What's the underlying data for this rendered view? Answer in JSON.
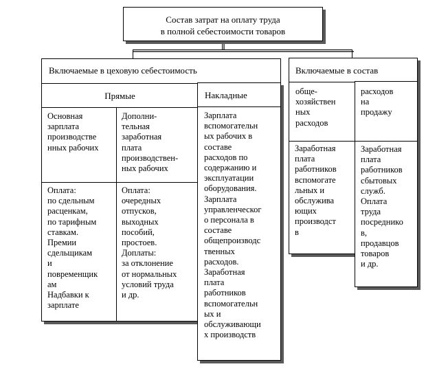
{
  "title": {
    "line1": "Состав затрат на оплату труда",
    "line2": "в полной себестоимости товаров"
  },
  "left_group": {
    "title": "Включаемые в цеховую себестоимость",
    "direct": {
      "title": "Прямые",
      "col1_header": "Основная\nзарплата\nпроизводстве\nнных рабочих",
      "col2_header": "Дополни-\nтельная\nзаработная\nплата\nпроизводствен-\nных рабочих",
      "col1_body": "Оплата:\nпо сдельным\nрасценкам,\nпо тарифным\nставкам.\nПремии\nсдельщикам\nи\nповременщик\nам\nНадбавки к\nзарплате",
      "col2_body": "Оплата:\nочередных\nотпусков,\nвыходных\nпособий,\nпростоев.\nДоплаты:\nза отклонение\nот нормальных\nусловий труда\nи др."
    },
    "overhead": {
      "title": "Накладные",
      "body": "Зарплата\nвспомогательн\nых рабочих в\nсоставе\nрасходов по\nсодержанию и\nэксплуатации\nоборудования.\nЗарплата\nуправленческог\nо персонала в\nсоставе\nобщепроизводс\nтвенных\nрасходов.\nЗаработная\nплата\nработников\nвспомогательн\nых и\nобслуживающи\nх производств"
    }
  },
  "right_group": {
    "title": "Включаемые в состав",
    "col1_header": "обще-\nхозяйствен\nных\nрасходов",
    "col2_header": "расходов\nна\nпродажу",
    "col1_body": "Заработная\nплата\nработников\nвспомогате\nльных и\nобслужива\nющих\nпроизводст\nв",
    "col2_body": "Заработная\nплата\nработников\nсбытовых\nслужб.\nОплата\nтруда\nпосреднико\nв,\nпродавцов\nтоваров\nи др."
  }
}
